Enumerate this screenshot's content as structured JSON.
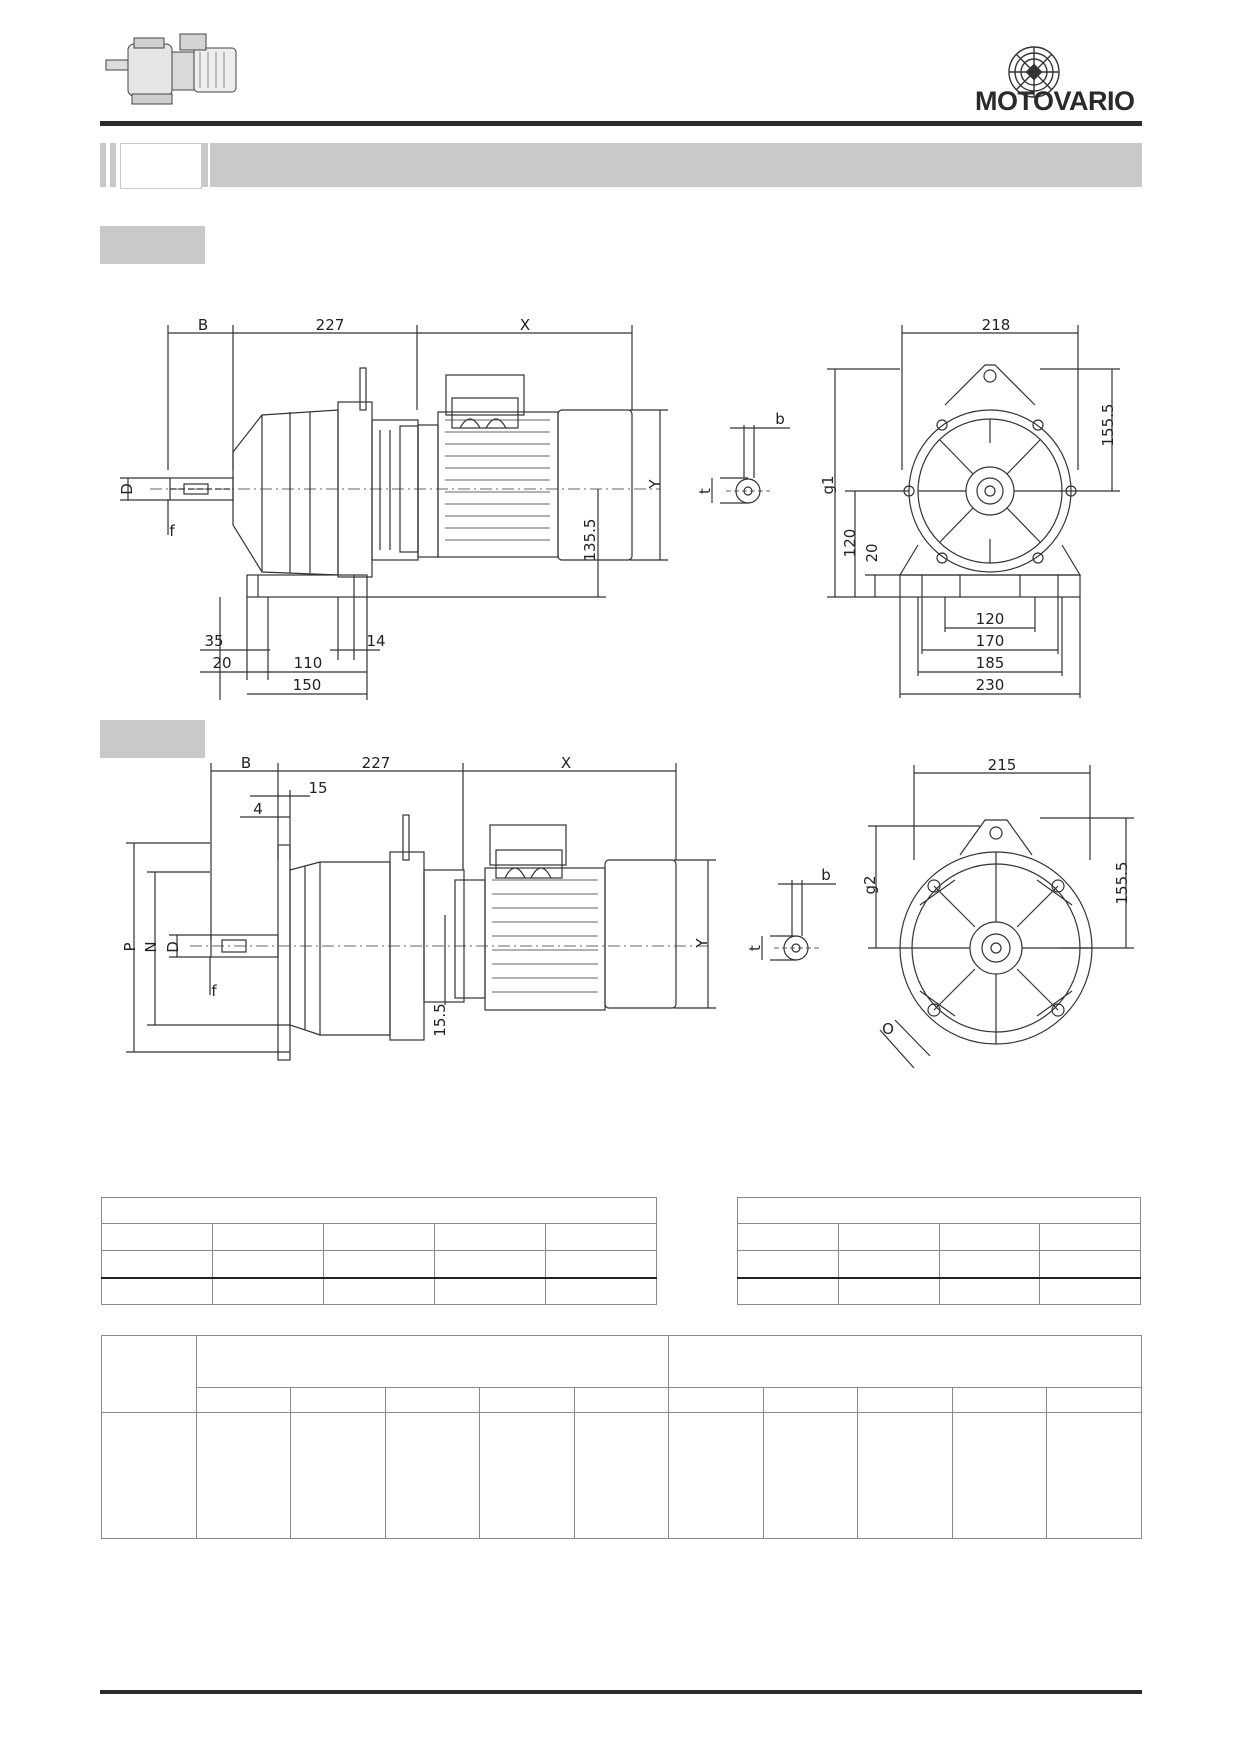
{
  "brand": {
    "name": "MOTOVARIO"
  },
  "drawing_foot": {
    "dims": {
      "B": "B",
      "L227": "227",
      "X": "X",
      "D": "D",
      "f": "f",
      "Y": "Y",
      "h135": "135.5",
      "d35": "35",
      "d14": "14",
      "d20": "20",
      "d110": "110",
      "d150": "150",
      "b": "b",
      "t": "t",
      "w218": "218",
      "h155": "155.5",
      "g1": "g1",
      "h120": "120",
      "h20": "20",
      "w120": "120",
      "w170": "170",
      "w185": "185",
      "w230": "230"
    }
  },
  "drawing_flange": {
    "dims": {
      "B": "B",
      "L227": "227",
      "X": "X",
      "d15": "15",
      "d4": "4",
      "P": "P",
      "N": "N",
      "D": "D",
      "f": "f",
      "Y": "Y",
      "h155": "15.5",
      "b": "b",
      "t": "t",
      "w215": "215",
      "h1555": "155.5",
      "g2": "g2",
      "O": "O"
    }
  },
  "colors": {
    "band": "#c9c9c9",
    "rule": "#2b2b2b",
    "line": "#333333"
  }
}
